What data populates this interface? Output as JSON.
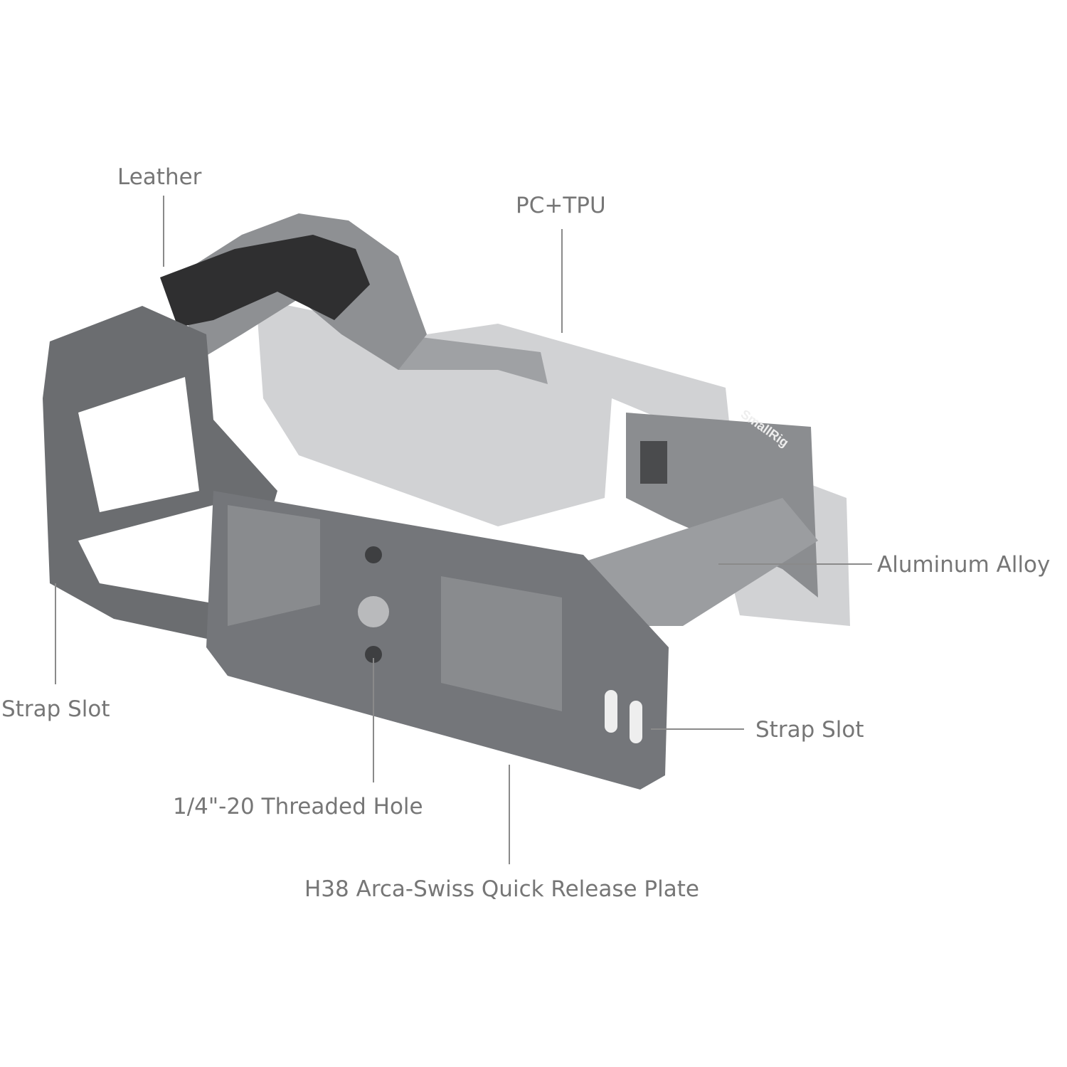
{
  "labels": {
    "leather": "Leather",
    "pc_tpu": "PC+TPU",
    "aluminum_alloy": "Aluminum Alloy",
    "strap_slot_left": "Strap Slot",
    "strap_slot_right": "Strap Slot",
    "threaded_hole": "1/4\"-20 Threaded Hole",
    "quick_release_plate": "H38 Arca-Swiss Quick Release Plate"
  },
  "logo": "SmallRig",
  "colors": {
    "label_text": "#767676",
    "leader_line": "#8a8a8a",
    "metal": "#6b6d70",
    "translucent": "#bfc0c2",
    "leather": "#2f2f30"
  }
}
